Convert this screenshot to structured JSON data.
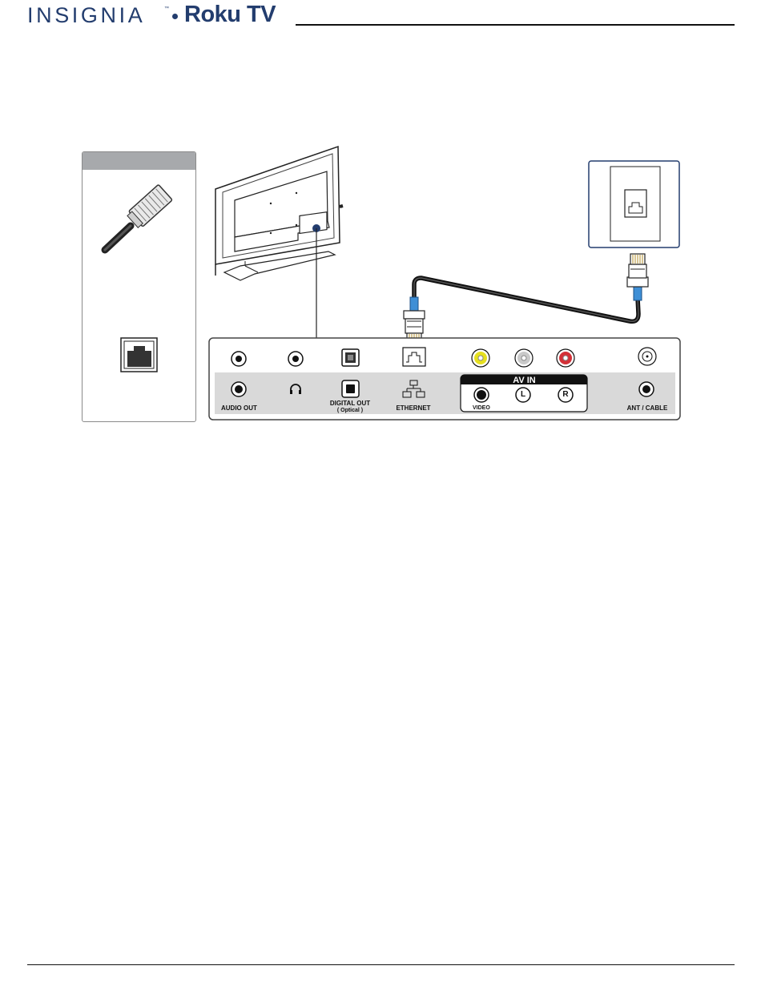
{
  "header": {
    "brand_primary": "INSIGNIA",
    "trademark": "™",
    "brand_secondary": "Roku TV"
  },
  "panel": {
    "labels": {
      "audio_out": "AUDIO OUT",
      "digital_out": "DIGITAL OUT",
      "optical": "( Optical )",
      "ethernet": "ETHERNET",
      "av_in": "AV IN",
      "video": "VIDEO",
      "left": "L",
      "right": "R",
      "ant_cable": "ANT / CABLE"
    }
  },
  "colors": {
    "brand": "#233d6e",
    "cable_blue": "#3f8fd6",
    "video_yellow": "#e6e01f",
    "audio_red": "#d33138",
    "panel_gray": "#d9d9d9"
  }
}
